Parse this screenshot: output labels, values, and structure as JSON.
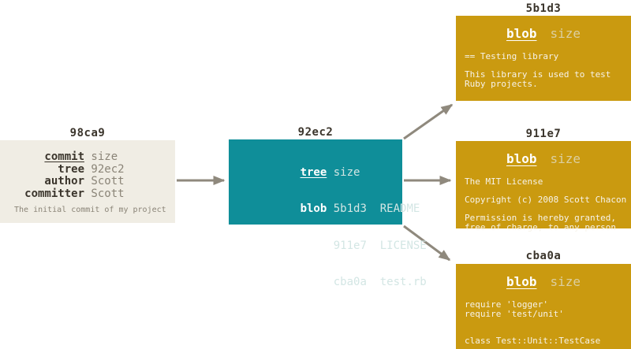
{
  "colors": {
    "background": "#FFFFFF",
    "commit_box_bg": "#F0EDE4",
    "tree_box_bg": "#0F8E99",
    "blob_box_bg": "#CA9A10",
    "arrow": "#8F897D",
    "hash_label_text": "#3B352C",
    "commit_key_text": "#3B352C",
    "commit_value_text": "#8A8477",
    "tree_key_text": "#FFFFFF",
    "tree_value_text": "#D3E6E4",
    "blob_header_key_text": "#FFFFFF",
    "blob_header_value_text": "#DCCFA0",
    "blob_body_text": "#F7F3EA"
  },
  "commit_object": {
    "hash": "98ca9",
    "rows": [
      {
        "key": "commit",
        "value": " size"
      },
      {
        "key": "tree",
        "value": " 92ec2"
      },
      {
        "key": "author",
        "value": " Scott"
      },
      {
        "key": "committer",
        "value": " Scott"
      }
    ],
    "caption": "The initial commit of my project"
  },
  "tree_object": {
    "hash": "92ec2",
    "rows": [
      {
        "key": "tree",
        "value": " size"
      },
      {
        "key": "blob",
        "value": " 5b1d3  README"
      },
      {
        "key": "blob",
        "value": " 911e7  LICENSE"
      },
      {
        "key": "blob",
        "value": " cba0a  test.rb"
      }
    ]
  },
  "blobs": [
    {
      "hash": "5b1d3",
      "header_key": "blob",
      "header_value": "size",
      "body_lines": [
        "== Testing library",
        "",
        "This library is used to test",
        "Ruby projects."
      ]
    },
    {
      "hash": "911e7",
      "header_key": "blob",
      "header_value": "size",
      "body_lines": [
        "The MIT License",
        "",
        "Copyright (c) 2008 Scott Chacon",
        "",
        "Permission is hereby granted,",
        "free of charge, to any person"
      ]
    },
    {
      "hash": "cba0a",
      "header_key": "blob",
      "header_value": "size",
      "body_lines": [
        "require 'logger'",
        "require 'test/unit'",
        "",
        "",
        "class Test::Unit::TestCase"
      ]
    }
  ]
}
